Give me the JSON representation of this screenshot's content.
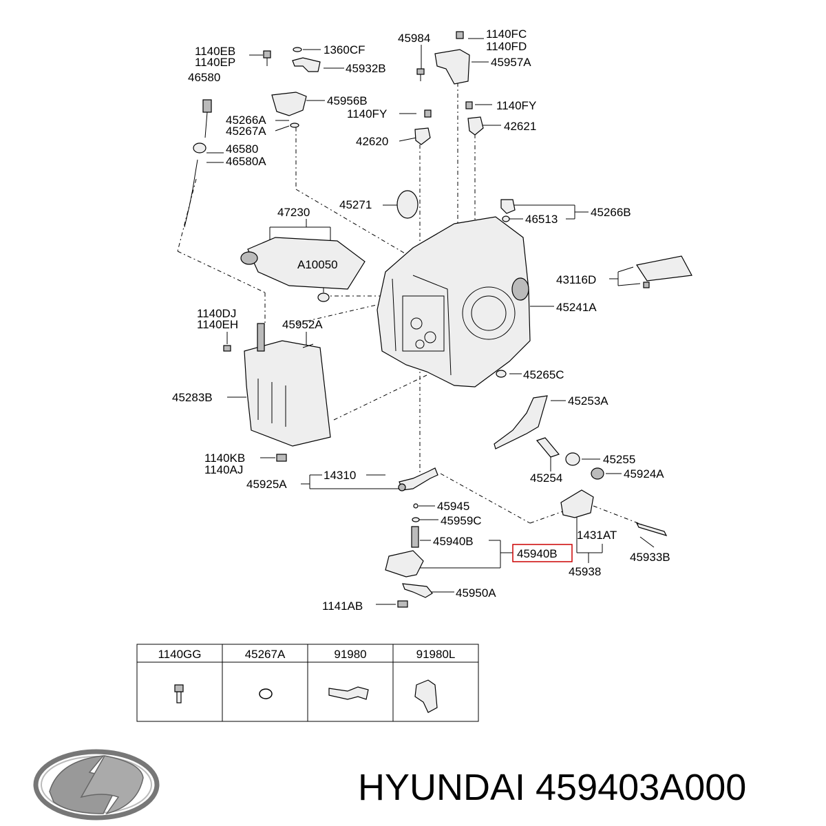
{
  "labels": {
    "p1140EB": "1140EB",
    "p1140EP": "1140EP",
    "p46580_top": "46580",
    "p1360CF": "1360CF",
    "p45932B": "45932B",
    "p45984": "45984",
    "p1140FC": "1140FC",
    "p1140FD": "1140FD",
    "p45957A": "45957A",
    "p45956B": "45956B",
    "p45266A": "45266A",
    "p45267A": "45267A",
    "p1140FY_a": "1140FY",
    "p1140FY_b": "1140FY",
    "p42621": "42621",
    "p42620": "42620",
    "p46580": "46580",
    "p46580A": "46580A",
    "p45271": "45271",
    "p45266B": "45266B",
    "p46513": "46513",
    "p47230": "47230",
    "pA10050": "A10050",
    "p43116D": "43116D",
    "p45241A": "45241A",
    "p1140DJ": "1140DJ",
    "p1140EH": "1140EH",
    "p45952A": "45952A",
    "p45265C": "45265C",
    "p45283B": "45283B",
    "p45253A": "45253A",
    "p45255": "45255",
    "p45254": "45254",
    "p45924A": "45924A",
    "p1140KB": "1140KB",
    "p1140AJ": "1140AJ",
    "p45925A": "45925A",
    "p14310": "14310",
    "p45945": "45945",
    "p45959C": "45959C",
    "p45940B": "45940B",
    "p45940B_hl": "45940B",
    "p1431AT": "1431AT",
    "p45933B": "45933B",
    "p45938": "45938",
    "p45950A": "45950A",
    "p1141AB": "1141AB"
  },
  "table": {
    "headers": [
      "1140GG",
      "45267A",
      "91980",
      "91980L"
    ]
  },
  "footer": {
    "brand_text": "HYUNDAI 459403A000"
  },
  "colors": {
    "highlight": "#cc0000",
    "ink": "#000000"
  }
}
